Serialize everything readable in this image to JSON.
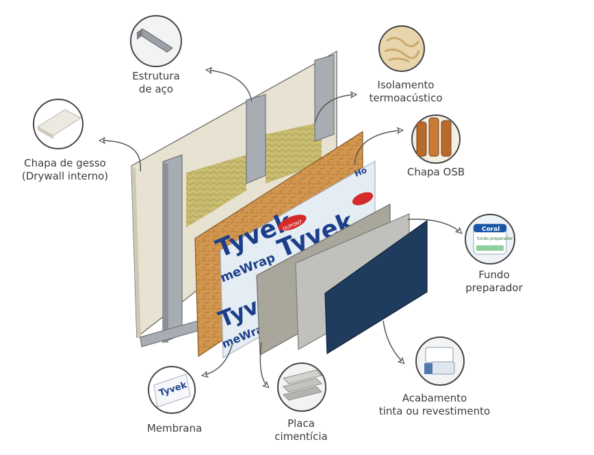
{
  "labels": {
    "steel": "Estrutura\nde aço",
    "insulation": "Isolamento\ntermoacústico",
    "gypsum": "Chapa de gesso\n(Drywall interno)",
    "osb": "Chapa OSB",
    "primer": "Fundo\npreparador",
    "finish": "Acabamento\ntinta ou revestimento",
    "membrane": "Membrana",
    "cement": "Placa\ncimentícia"
  },
  "brand": {
    "tyvek": "Tyvek",
    "homewrap": "meWrap",
    "homewrap_top": "Ho",
    "dupont": "DUPONT",
    "coral": "Coral",
    "coral_sub": "fundo\npreparador"
  },
  "colors": {
    "gypsum": "#e8e2d2",
    "steel": "#a7adb3",
    "insulation": "#c9bd72",
    "osb": "#d19650",
    "membrane": "#e4ecf4",
    "tyvek_blue": "#1d3f8a",
    "cement": "#a9a79c",
    "primer_layer": "#c0c1bd",
    "finish": "#1f3b5e",
    "arrow": "#555555"
  },
  "icons": {
    "steel": "steel-beam-icon",
    "insulation": "wool-insulation-icon",
    "gypsum": "gypsum-board-icon",
    "osb": "wood-planks-icon",
    "primer": "paint-can-icon",
    "finish": "paint-bucket-icon",
    "membrane": "membrane-roll-icon",
    "cement": "cement-boards-icon"
  }
}
